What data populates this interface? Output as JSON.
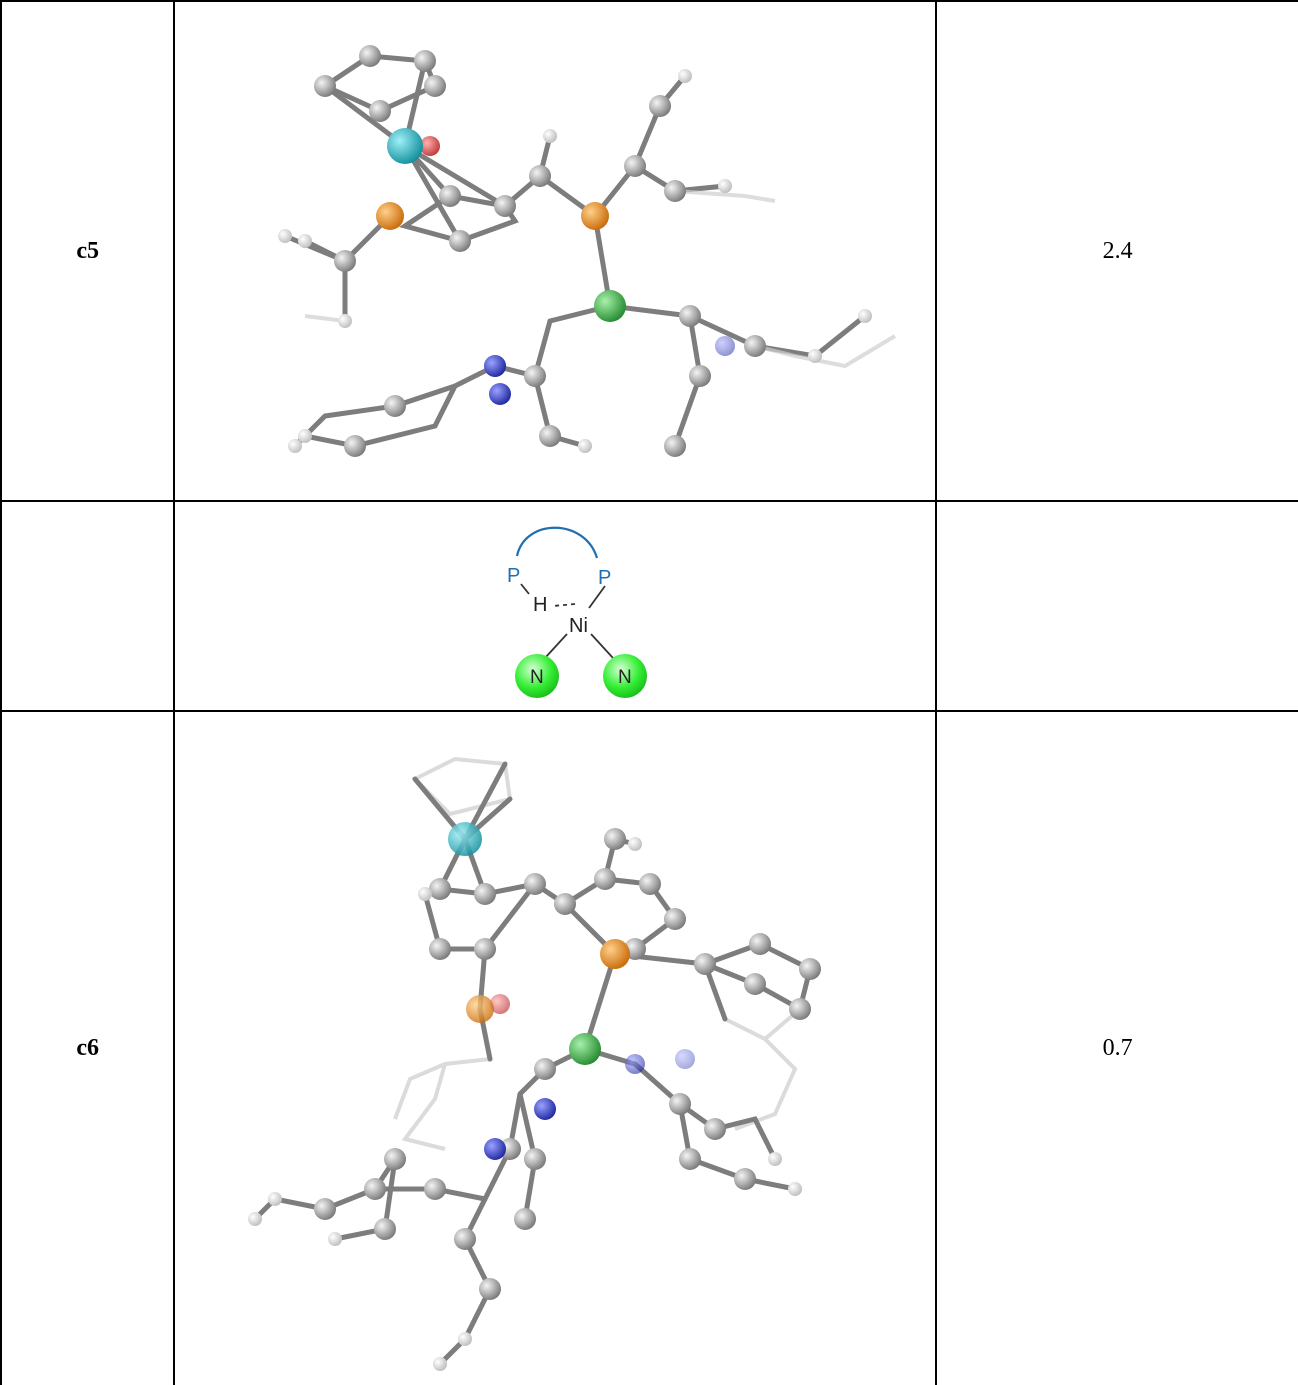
{
  "rows": [
    {
      "label": "c5",
      "value": "2.4",
      "image": "3d-ball-and-stick-model-c5"
    },
    {
      "label": "",
      "value": "",
      "image": "ni-pp-nn-coordination-scheme"
    },
    {
      "label": "c6",
      "value": "0.7",
      "image": "3d-ball-and-stick-model-c6"
    }
  ],
  "scheme": {
    "atoms": {
      "p_left": "P",
      "p_right": "P",
      "h": "H",
      "ni": "Ni",
      "n_left": "N",
      "n_right": "N"
    },
    "colors": {
      "phosphorus": "#1f6fb2",
      "ligand_arc": "#1f6fb2",
      "nitrogen_ball": "#33ee33",
      "bond": "#333333"
    }
  },
  "model_colors": {
    "carbon": "#9a9a9a",
    "hydrogen": "#e6e6e6",
    "iron": "#22b6c6",
    "phosphorus": "#f08c1e",
    "nickel": "#3fb84a",
    "nitrogen": "#3640c8",
    "oxygen": "#e05a5a"
  }
}
